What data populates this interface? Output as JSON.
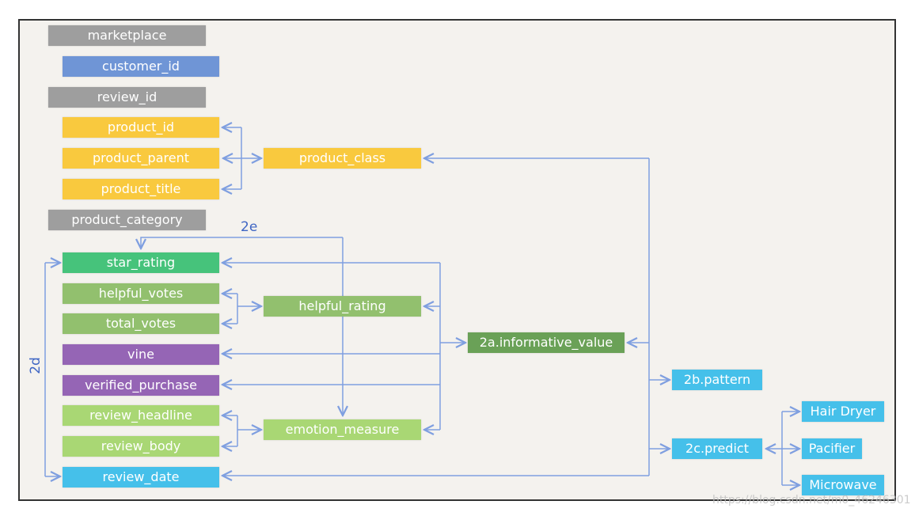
{
  "colors": {
    "gray": "#9e9e9e",
    "blue": "#6f95d6",
    "yellow": "#f9c93e",
    "green": "#46c37b",
    "mid_green": "#92c06e",
    "purple": "#9565b5",
    "light_green": "#a9d774",
    "cyan": "#45c0ea",
    "dark_green": "#6aa157",
    "line": "#7f9fe0"
  },
  "nodes": {
    "marketplace": "marketplace",
    "customer_id": "customer_id",
    "review_id": "review_id",
    "product_id": "product_id",
    "product_parent": "product_parent",
    "product_title": "product_title",
    "product_category": "product_category",
    "product_class": "product_class",
    "star_rating": "star_rating",
    "helpful_votes": "helpful_votes",
    "total_votes": "total_votes",
    "vine": "vine",
    "verified_purchase": "verified_purchase",
    "review_headline": "review_headline",
    "review_body": "review_body",
    "review_date": "review_date",
    "helpful_rating": "helpful_rating",
    "emotion_measure": "emotion_measure",
    "informative_value": "2a.informative_value",
    "pattern": "2b.pattern",
    "predict": "2c.predict",
    "hair_dryer": "Hair Dryer",
    "pacifier": "Pacifier",
    "microwave": "Microwave"
  },
  "labels": {
    "e2": "2e",
    "d2": "2d"
  },
  "watermark": "https://blog.csdn.net/m0_46246301"
}
